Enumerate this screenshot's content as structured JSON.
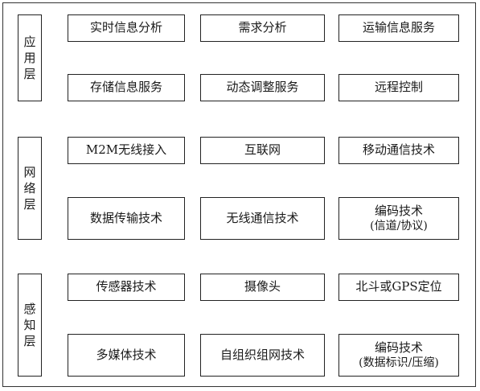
{
  "layers": [
    {
      "label": "应用层",
      "rows": [
        [
          "实时信息分析",
          "需求分析",
          "运输信息服务"
        ],
        [
          "存储信息服务",
          "动态调整服务",
          "远程控制"
        ]
      ]
    },
    {
      "label": "网络层",
      "rows": [
        [
          "M2M无线接入",
          "互联网",
          "移动通信技术"
        ],
        [
          "数据传输技术",
          "无线通信技术",
          "编码技术"
        ]
      ],
      "extra": "(信道/协议)"
    },
    {
      "label": "感知层",
      "rows": [
        [
          "传感器技术",
          "摄像头",
          "北斗或GPS定位"
        ],
        [
          "多媒体技术",
          "自组织组网技术",
          "编码技术"
        ]
      ],
      "extra": "(数据标识/压缩)"
    }
  ]
}
